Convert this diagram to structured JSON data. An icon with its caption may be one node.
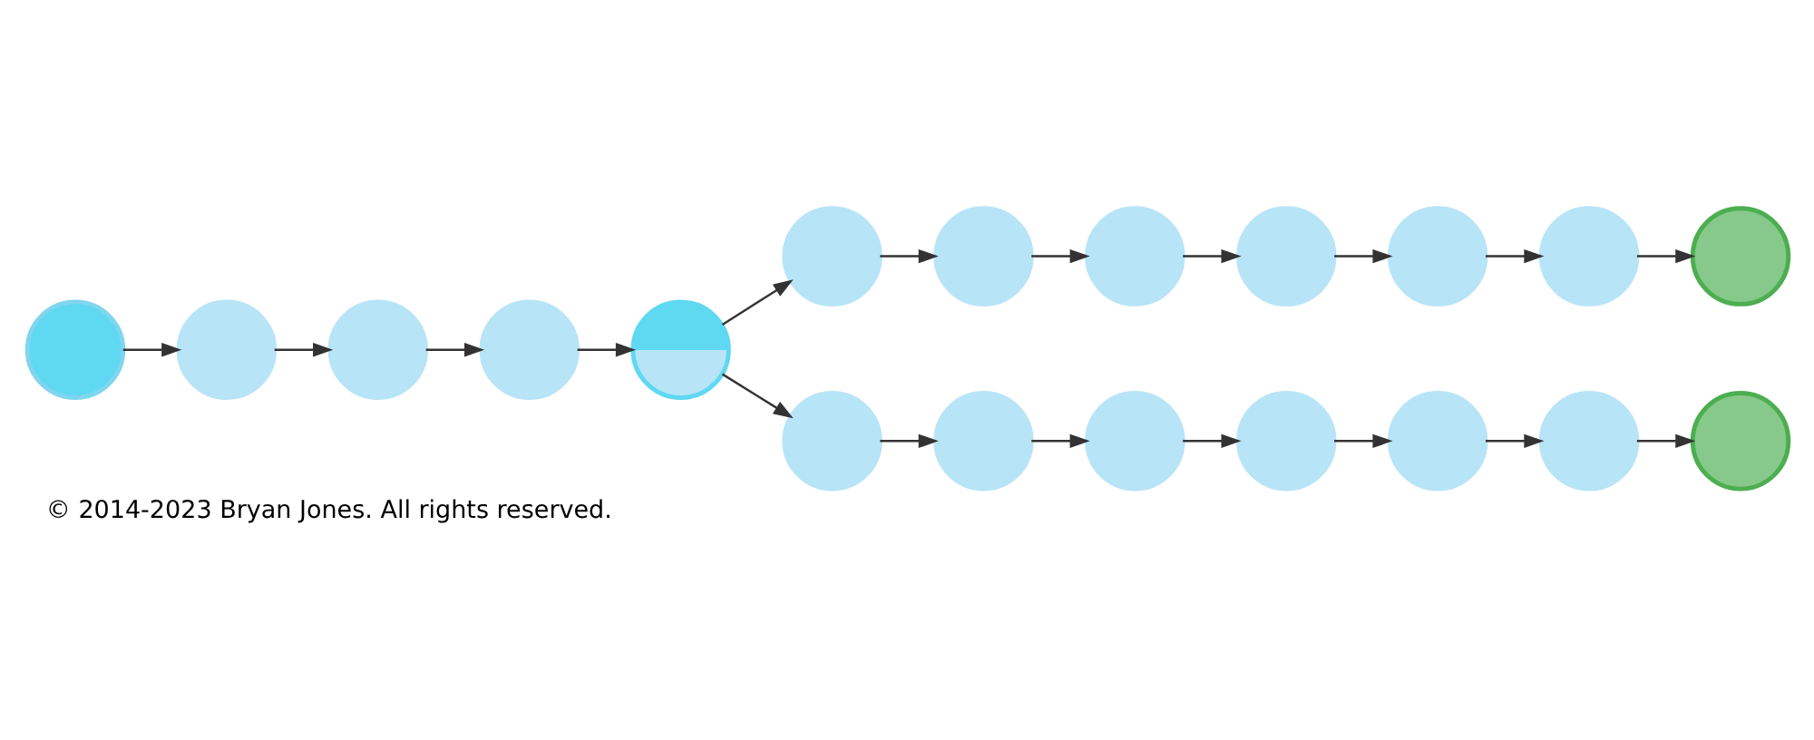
{
  "diagram": {
    "caption": "© 2014-2023 Bryan Jones. All rights reserved.",
    "nodes": [
      {
        "text": [],
        "shape": "circle"
      },
      {
        "text": [],
        "shape": "circle"
      },
      {
        "text": [],
        "shape": "circle"
      },
      {
        "text": [],
        "shape": "circle"
      },
      {
        "text": [],
        "shape": "circle"
      },
      {
        "text": [],
        "shape": "circle"
      },
      {
        "text": [],
        "shape": "circle"
      },
      {
        "text": [],
        "shape": "circle"
      },
      {
        "text": [],
        "shape": "circle"
      },
      {
        "text": [],
        "shape": "circle"
      },
      {
        "text": [],
        "shape": "circle"
      },
      {
        "text": [],
        "shape": "circle"
      },
      {
        "text": [],
        "shape": "circle"
      },
      {
        "text": [],
        "shape": "circle"
      },
      {
        "text": [],
        "shape": "circle"
      },
      {
        "text": [],
        "shape": "circle"
      },
      {
        "text": [],
        "shape": "circle"
      },
      {
        "text": [],
        "shape": "circle"
      },
      {
        "text": [],
        "shape": "circle"
      }
    ],
    "edges": [
      {
        "from": 0,
        "to": 1,
        "arrow": "to"
      },
      {
        "from": 1,
        "to": 2,
        "arrow": "to"
      },
      {
        "from": 2,
        "to": 3,
        "arrow": "to"
      },
      {
        "from": 3,
        "to": 4,
        "arrow": "to"
      },
      {
        "from": 4,
        "to": 5,
        "arrow": "to"
      },
      {
        "from": 4,
        "to": 12,
        "arrow": "to"
      },
      {
        "from": 5,
        "to": 6,
        "arrow": "to"
      },
      {
        "from": 6,
        "to": 7,
        "arrow": "to"
      },
      {
        "from": 7,
        "to": 8,
        "arrow": "to"
      },
      {
        "from": 8,
        "to": 9,
        "arrow": "to"
      },
      {
        "from": 9,
        "to": 10,
        "arrow": "to"
      },
      {
        "from": 10,
        "to": 11,
        "arrow": "to"
      },
      {
        "from": 12,
        "to": 13,
        "arrow": "to"
      },
      {
        "from": 13,
        "to": 14,
        "arrow": "to"
      },
      {
        "from": 14,
        "to": 15,
        "arrow": "to"
      },
      {
        "from": 15,
        "to": 16,
        "arrow": "to"
      },
      {
        "from": 16,
        "to": 17,
        "arrow": "to"
      },
      {
        "from": 17,
        "to": 18,
        "arrow": "to"
      }
    ]
  }
}
